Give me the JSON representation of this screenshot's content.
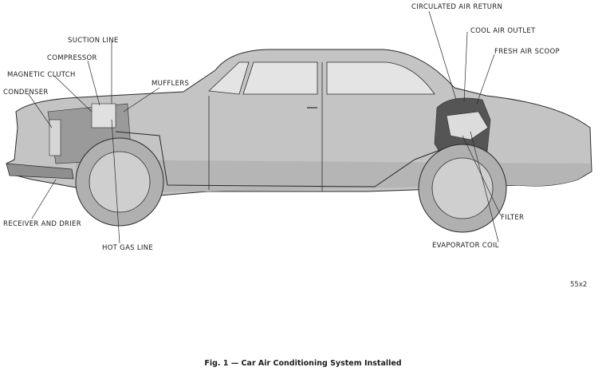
{
  "labels": {
    "circulated_air_return": "CIRCULATED AIR RETURN",
    "cool_air_outlet": "COOL AIR OUTLET",
    "fresh_air_scoop": "FRESH AIR SCOOP",
    "suction_line": "SUCTION LINE",
    "compressor": "COMPRESSOR",
    "magnetic_clutch": "MAGNETIC CLUTCH",
    "mufflers": "MUFFLERS",
    "condenser": "CONDENSER",
    "receiver_and_drier": "RECEIVER AND DRIER",
    "hot_gas_line": "HOT GAS LINE",
    "filter": "FILTER",
    "evaporator_coil": "EVAPORATOR COIL"
  },
  "figure_code": "55x2",
  "caption": "Fig. 1 — Car Air Conditioning System Installed",
  "colors": {
    "body": "#c4c4c4",
    "shade": "#a9a9a9",
    "dark": "#555555",
    "window": "#e4e4e4",
    "line": "#2a2a2a"
  }
}
